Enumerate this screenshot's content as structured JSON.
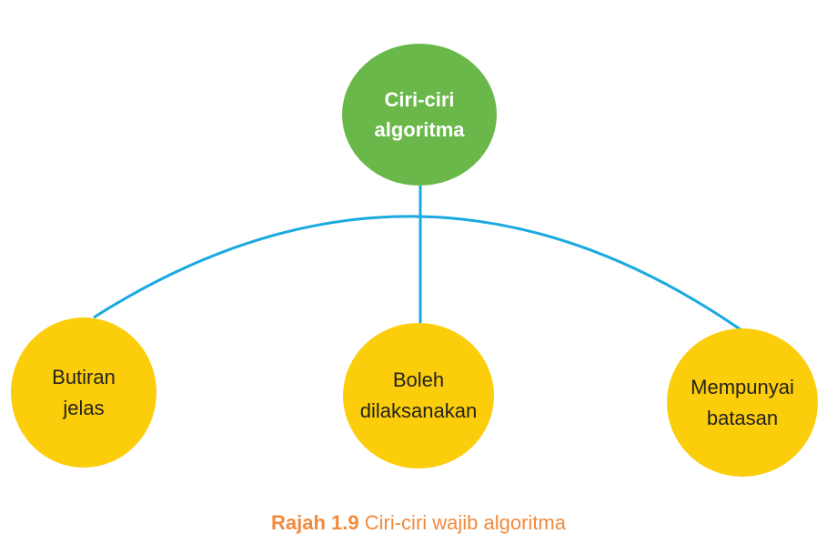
{
  "diagram": {
    "root": {
      "lines": [
        "Ciri-ciri",
        "algoritma"
      ],
      "color": "#6ab84a"
    },
    "children": [
      {
        "lines": [
          "Butiran",
          "jelas"
        ]
      },
      {
        "lines": [
          "Boleh",
          "dilaksanakan"
        ]
      },
      {
        "lines": [
          "Mempunyai",
          "batasan"
        ]
      }
    ],
    "child_color": "#fccd0a",
    "connector_color": "#1aa9e0"
  },
  "caption": {
    "label": "Rajah 1.9",
    "text": "Ciri-ciri wajib algoritma",
    "color": "#f28a3c"
  }
}
